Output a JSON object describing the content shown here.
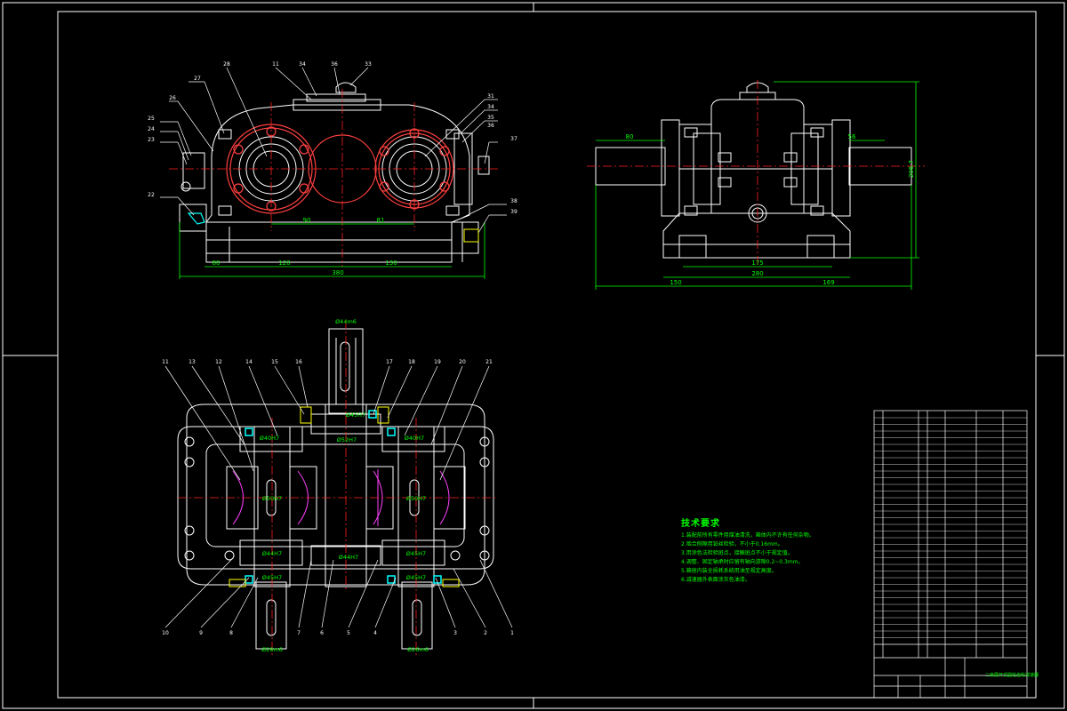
{
  "colors": {
    "background": "#000000",
    "outline": "#ffffff",
    "dimension": "#00ff00",
    "hatch": "#ff4040",
    "centerline": "#ff2020",
    "fastener": "#ffff00",
    "seal": "#00ffff",
    "leader": "#ffffff"
  },
  "front_view": {
    "callouts_left": [
      "25",
      "24",
      "23",
      "22",
      "26",
      "27"
    ],
    "callouts_top": [
      "28",
      "11",
      "34",
      "36",
      "33"
    ],
    "callouts_right": [
      "31",
      "34",
      "35",
      "36",
      "37",
      "38",
      "39"
    ],
    "dims": {
      "d1": "80",
      "d2": "120",
      "d3": "130",
      "d4": "380",
      "d5": "90",
      "d6": "81"
    }
  },
  "side_view": {
    "dims": {
      "d1": "80",
      "d2": "56",
      "d3": "175",
      "d4": "280",
      "d5": "150",
      "d6": "169",
      "d7": "206.7"
    }
  },
  "plan_view": {
    "callouts_top": [
      "11",
      "13",
      "12",
      "14",
      "15",
      "16",
      "17",
      "18",
      "19",
      "20",
      "21"
    ],
    "callouts_bottom": [
      "10",
      "9",
      "8",
      "7",
      "6",
      "5",
      "4",
      "3",
      "2",
      "1"
    ],
    "dims": {
      "shaft_top": "Ø44m6",
      "shaft_bottom_left": "Ø28m6",
      "shaft_bottom_right": "Ø26m6",
      "fit_top": "Ø45H7",
      "fit_mid": "Ø52H7",
      "fit_left_up": "Ø40H7",
      "fit_right_up": "Ø40H7",
      "fit_left_mid": "Ø50H7",
      "fit_right_mid": "Ø50H7",
      "fit_low_left": "Ø44H7",
      "fit_low_mid": "Ø44H7",
      "fit_low_right": "Ø45H7",
      "fit_bot_left": "Ø45H7",
      "fit_bot_right": "Ø45H7"
    }
  },
  "technical_requirements": {
    "title": "技术要求",
    "items": [
      "1.装配前所有零件用煤油清洗，箱体内不许有任何杂物。",
      "2.啮合侧隙用铅丝检验，不小于0.16mm。",
      "3.用涂色法检验斑点，接触斑点不小于规定值。",
      "4.调整、固定轴承时应留有轴向游隙0.2~0.3mm。",
      "5.箱座内装全损耗系统用油至规定高度。",
      "6.减速器外表面涂灰色油漆。"
    ]
  },
  "title_block": {
    "name": "二级展开式圆柱齿轮减速器"
  }
}
